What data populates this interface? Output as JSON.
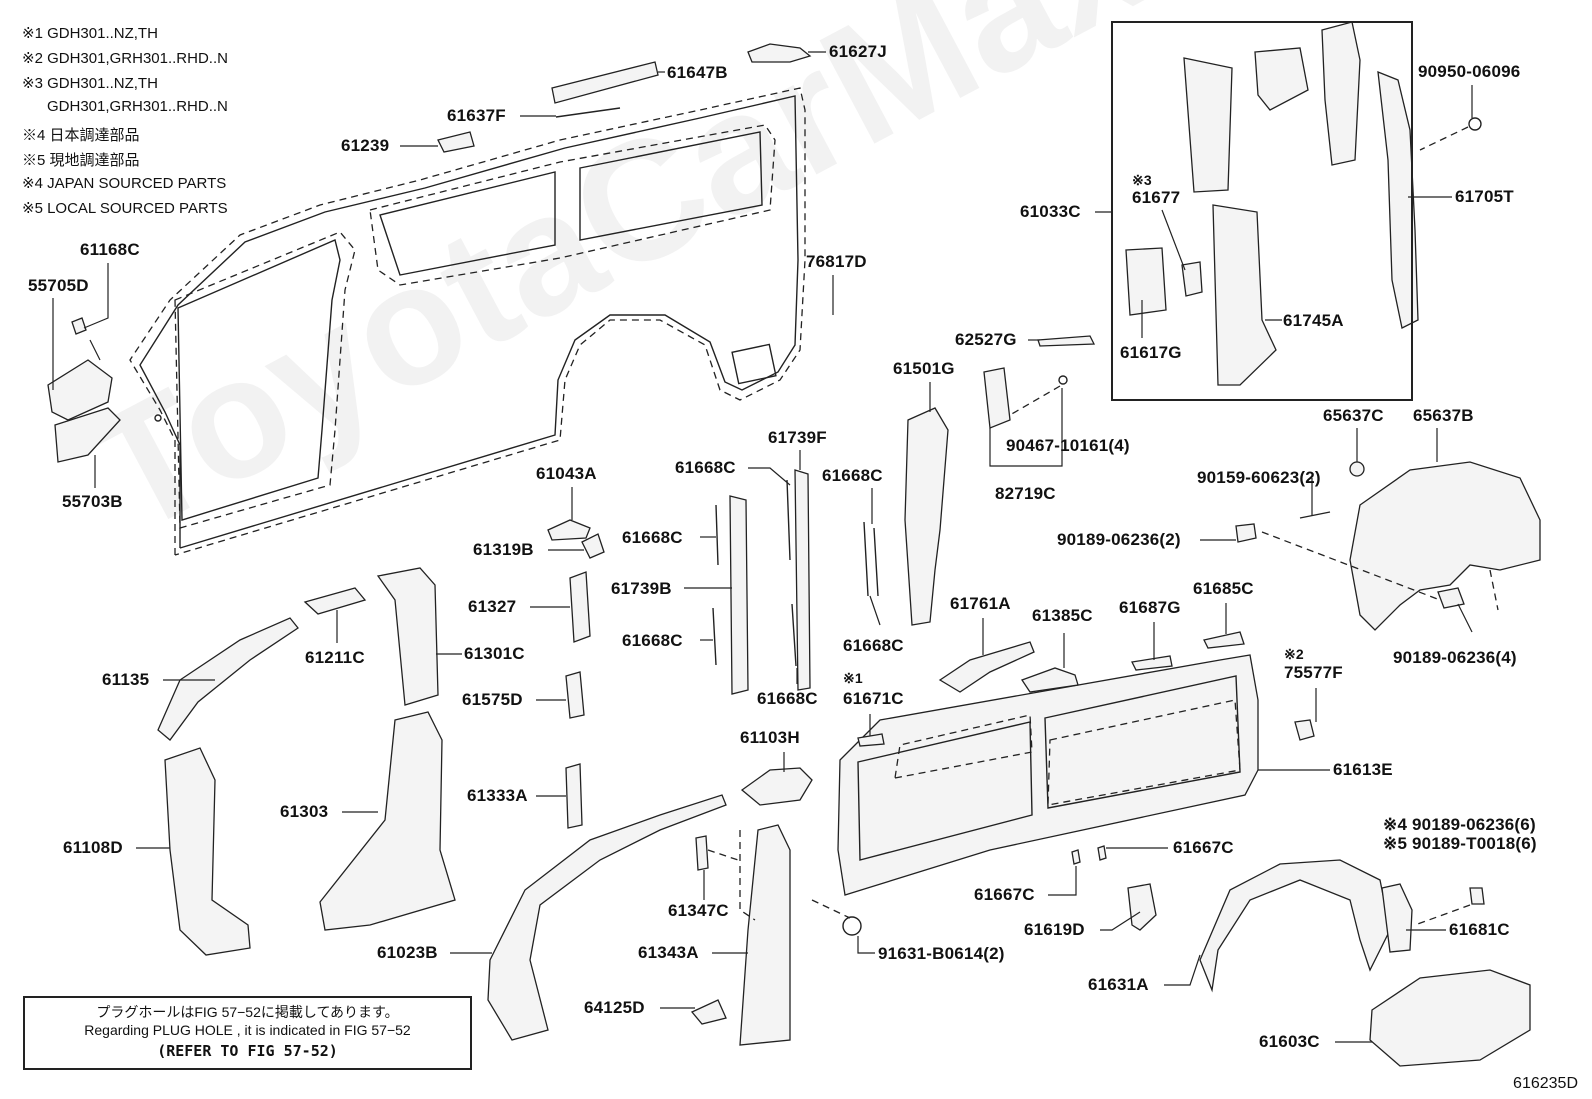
{
  "watermark": "ToyotaCarMax.ru",
  "notes": [
    "※1 GDH301..NZ,TH",
    "※2 GDH301,GRH301..RHD..N",
    "※3 GDH301..NZ,TH",
    "      GDH301,GRH301..RHD..N",
    "※4 日本調達部品",
    "※5 現地調達部品",
    "※4 JAPAN SOURCED PARTS",
    "※5 LOCAL SOURCED PARTS"
  ],
  "reference_box": {
    "line1": "プラグホールはFIG 57−52に掲載してあります。",
    "line2": "Regarding PLUG HOLE , it is indicated in FIG 57−52",
    "line3": "(REFER TO FIG 57-52)"
  },
  "figure_id": "616235D",
  "parts": {
    "p61627J": "61627J",
    "p61647B": "61647B",
    "p61637F": "61637F",
    "p61239": "61239",
    "p61168C": "61168C",
    "p55705D": "55705D",
    "p55703B": "55703B",
    "p76817D": "76817D",
    "p61033C": "61033C",
    "p61677": "61677",
    "p61677_note": "※3",
    "p61617G": "61617G",
    "p61745A": "61745A",
    "p90950": "90950-06096",
    "p61705T": "61705T",
    "p62527G": "62527G",
    "p61501G": "61501G",
    "p90467": "90467-10161(4)",
    "p82719C": "82719C",
    "p65637C": "65637C",
    "p65637B": "65637B",
    "p90159": "90159-60623(2)",
    "p90189a": "90189-06236(2)",
    "p90189b": "90189-06236(4)",
    "p61043A": "61043A",
    "p61319B": "61319B",
    "p61668C_1": "61668C",
    "p61739F": "61739F",
    "p61668C_2": "61668C",
    "p61668C_3": "61668C",
    "p61739B": "61739B",
    "p61668C_4": "61668C",
    "p61668C_5": "61668C",
    "p61668C_6": "61668C",
    "p61327": "61327",
    "p61575D": "61575D",
    "p61333A": "61333A",
    "p61211C": "61211C",
    "p61301C": "61301C",
    "p61135": "61135",
    "p61303": "61303",
    "p61108D": "61108D",
    "p61761A": "61761A",
    "p61385C": "61385C",
    "p61687G": "61687G",
    "p61685C": "61685C",
    "p75577F": "75577F",
    "p75577F_note": "※2",
    "p61671C": "61671C",
    "p61671C_note": "※1",
    "p61613E": "61613E",
    "p61103H": "61103H",
    "p61347C": "61347C",
    "p61343A": "61343A",
    "p61023B": "61023B",
    "p64125D": "64125D",
    "p91631": "91631-B0614(2)",
    "p61667C_1": "61667C",
    "p61667C_2": "61667C",
    "p61619D": "61619D",
    "p61631A": "61631A",
    "p90189c": "※4 90189-06236(6)",
    "p90189d": "※5 90189-T0018(6)",
    "p61681C": "61681C",
    "p61603C": "61603C"
  }
}
